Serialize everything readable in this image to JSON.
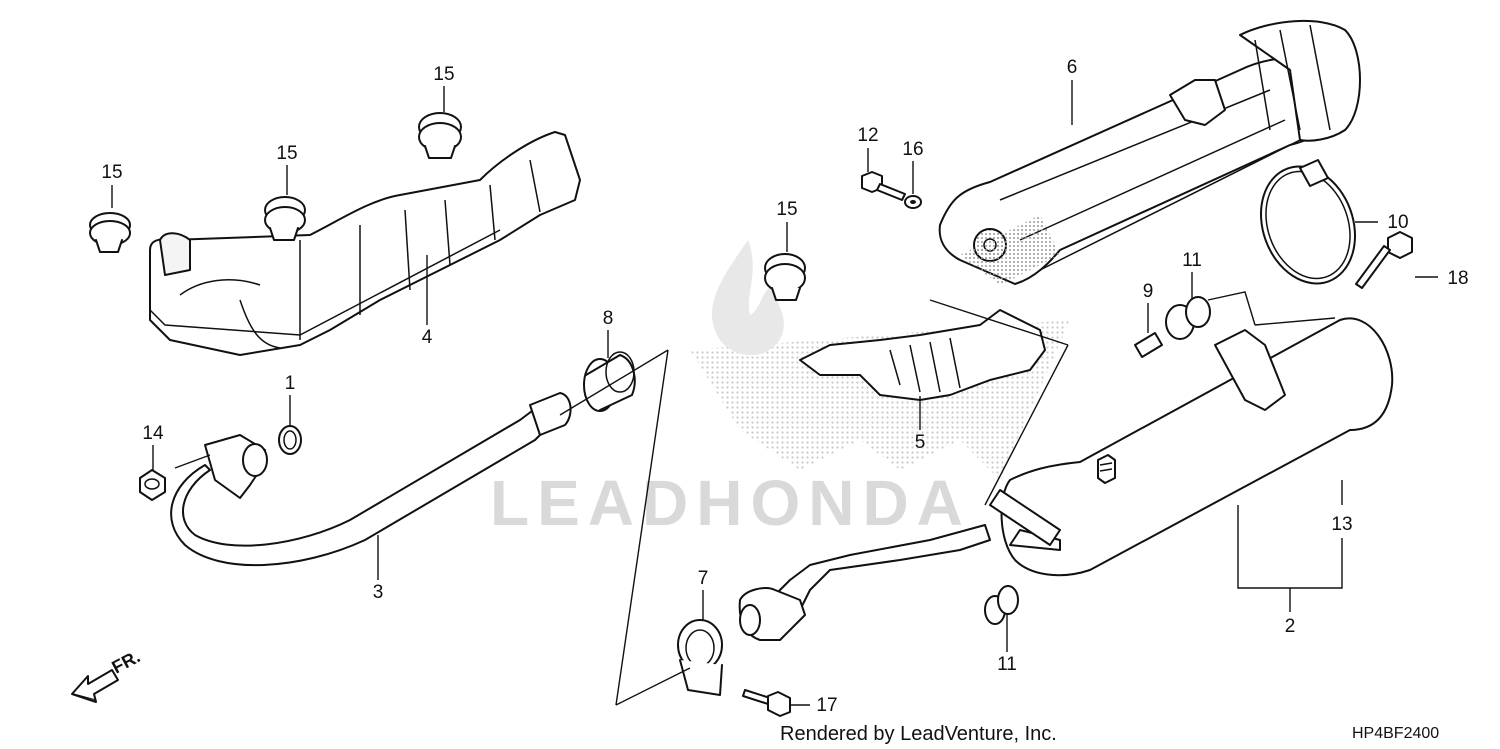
{
  "watermark": {
    "text": "LEADHONDA"
  },
  "callouts": [
    "15",
    "15",
    "15",
    "15",
    "6",
    "12",
    "16",
    "10",
    "11",
    "9",
    "18",
    "8",
    "4",
    "1",
    "14",
    "3",
    "5",
    "7",
    "17",
    "11",
    "2",
    "13"
  ],
  "direction": {
    "label": "FR."
  },
  "footer": {
    "rendered_by": "Rendered by LeadVenture, Inc.",
    "diagram_code": "HP4BF2400"
  }
}
